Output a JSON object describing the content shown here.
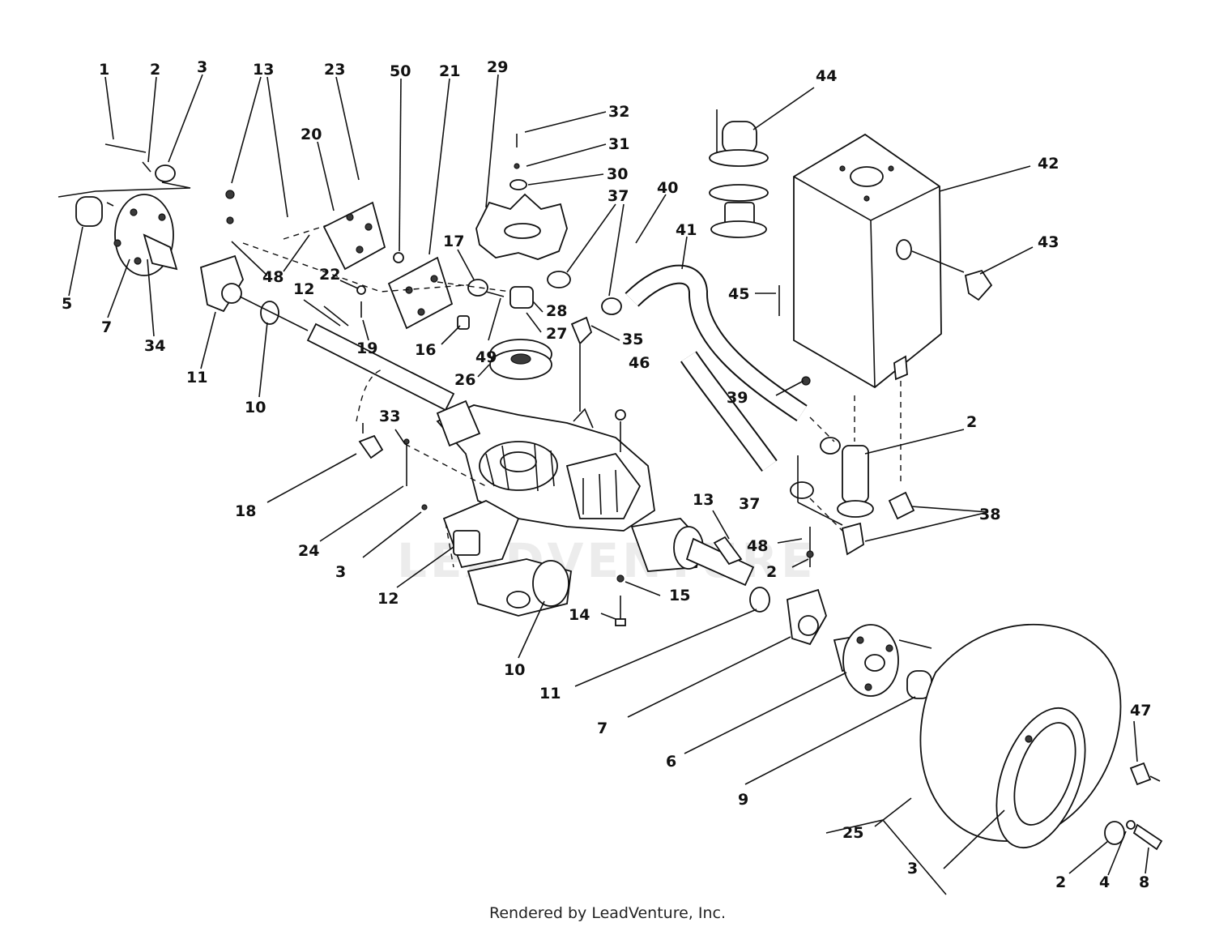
{
  "watermark": "LEADVENTURE",
  "footer": "Rendered by LeadVenture, Inc.",
  "callouts": [
    "1",
    "2",
    "3",
    "13",
    "23",
    "50",
    "21",
    "29",
    "32",
    "31",
    "30",
    "20",
    "37",
    "40",
    "41",
    "44",
    "42",
    "43",
    "45",
    "5",
    "7",
    "34",
    "11",
    "48",
    "12",
    "22",
    "19",
    "10",
    "17",
    "16",
    "49",
    "28",
    "27",
    "35",
    "26",
    "46",
    "39",
    "2",
    "33",
    "18",
    "24",
    "3",
    "12",
    "13",
    "48",
    "2",
    "15",
    "14",
    "10",
    "11",
    "37",
    "38",
    "7",
    "6",
    "9",
    "47",
    "25",
    "3",
    "2",
    "4",
    "8"
  ]
}
